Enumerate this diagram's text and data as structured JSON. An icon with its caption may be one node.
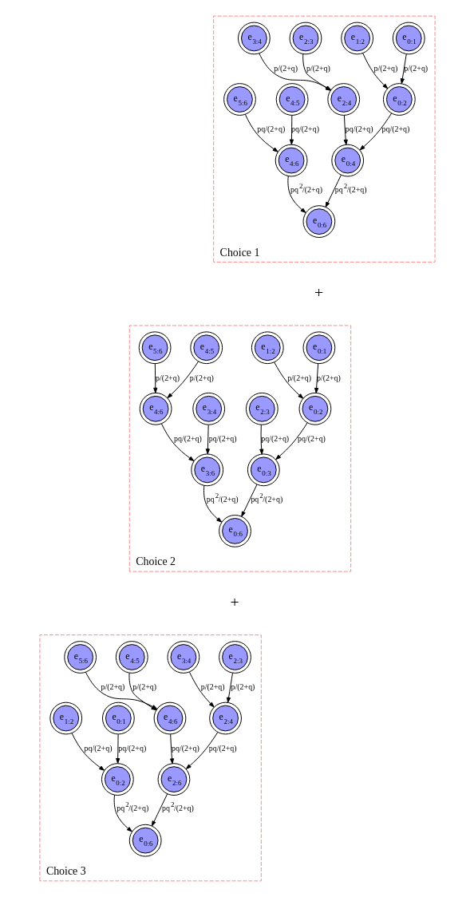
{
  "diagram": {
    "nodes": [
      {
        "text": [
          "Choice 1"
        ]
      },
      {
        "text": [
          "e$_{0:1}$"
        ],
        "in": 0
      },
      {
        "text": [
          "e$_{1:2}$"
        ],
        "in": 0
      },
      {
        "text": [
          "e$_{2:3}$"
        ],
        "in": 0
      },
      {
        "text": [
          "e$_{3:4}$"
        ],
        "in": 0
      },
      {
        "text": [
          "e$_{0:2}$"
        ],
        "in": 0
      },
      {
        "text": [
          "e$_{2:4}$"
        ],
        "in": 0
      },
      {
        "text": [
          "e$_{4:5}$"
        ],
        "in": 0
      },
      {
        "text": [
          "e$_{5:6}$"
        ],
        "in": 0
      },
      {
        "text": [
          "e$_{0:4}$"
        ],
        "in": 0
      },
      {
        "text": [
          "e$_{4:6}$"
        ],
        "in": 0
      },
      {
        "text": [
          "e$_{0:6}$"
        ],
        "in": 0
      },
      {
        "text": [
          "Choice 2"
        ]
      },
      {
        "text": [
          "e$_{0:1}$"
        ],
        "in": 12
      },
      {
        "text": [
          "e$_{1:2}$"
        ],
        "in": 12
      },
      {
        "text": [
          "e$_{4:5}$"
        ],
        "in": 12
      },
      {
        "text": [
          "e$_{5:6}$"
        ],
        "in": 12
      },
      {
        "text": [
          "e$_{0:2}$"
        ],
        "in": 12
      },
      {
        "text": [
          "e$_{2:3}$"
        ],
        "in": 12
      },
      {
        "text": [
          "e$_{3:4}$"
        ],
        "in": 12
      },
      {
        "text": [
          "e$_{4:6}$"
        ],
        "in": 12
      },
      {
        "text": [
          "e$_{0:3}$"
        ],
        "in": 12
      },
      {
        "text": [
          "e$_{3:6}$"
        ],
        "in": 12
      },
      {
        "text": [
          "e$_{0:6}$"
        ],
        "in": 12
      },
      {
        "text": [
          "Choice 3"
        ]
      },
      {
        "text": [
          "e$_{2:3}$"
        ],
        "in": 24
      },
      {
        "text": [
          "e$_{3:4}$"
        ],
        "in": 24
      },
      {
        "text": [
          "e$_{4:5}$"
        ],
        "in": 24
      },
      {
        "text": [
          "e$_{5:6}$"
        ],
        "in": 24
      },
      {
        "text": [
          "e$_{0:1}$"
        ],
        "in": 24
      },
      {
        "text": [
          "e$_{1:2}$"
        ],
        "in": 24
      },
      {
        "text": [
          "e$_{2:4}$"
        ],
        "in": 24
      },
      {
        "text": [
          "e$_{4:6}$"
        ],
        "in": 24
      },
      {
        "text": [
          "e$_{0:2}$"
        ],
        "in": 24
      },
      {
        "text": [
          "e$_{2:6}$"
        ],
        "in": 24
      },
      {
        "text": [
          "e$_{0:6}$"
        ],
        "in": 24
      }
    ],
    "edges": [
      {
        "from": 1,
        "to": 5,
        "arrow": "to",
        "label": "p/(2+q)"
      },
      {
        "from": 2,
        "to": 5,
        "arrow": "to",
        "label": "p/(2+q)"
      },
      {
        "from": 3,
        "to": 6,
        "arrow": "to",
        "label": "p/(2+q)"
      },
      {
        "from": 4,
        "to": 6,
        "arrow": "to",
        "label": "p/(2+q)"
      },
      {
        "from": 5,
        "to": 9,
        "arrow": "to",
        "label": "pq/(2+q)"
      },
      {
        "from": 6,
        "to": 9,
        "arrow": "to",
        "label": "pq/(2+q)"
      },
      {
        "from": 7,
        "to": 10,
        "arrow": "to",
        "label": "pq/(2+q)"
      },
      {
        "from": 8,
        "to": 10,
        "arrow": "to",
        "label": "pq/(2+q)"
      },
      {
        "from": 9,
        "to": 11,
        "arrow": "to",
        "label": "pq$^{2}$/(2+q)"
      },
      {
        "from": 10,
        "to": 11,
        "arrow": "to",
        "label": "pq$^{2}$/(2+q)"
      },
      {
        "from": 13,
        "to": 17,
        "arrow": "to",
        "label": "p/(2+q)"
      },
      {
        "from": 14,
        "to": 17,
        "arrow": "to",
        "label": "p/(2+q)"
      },
      {
        "from": 15,
        "to": 20,
        "arrow": "to",
        "label": "p/(2+q)"
      },
      {
        "from": 16,
        "to": 20,
        "arrow": "to",
        "label": "p/(2+q)"
      },
      {
        "from": 17,
        "to": 21,
        "arrow": "to",
        "label": "pq/(2+q)"
      },
      {
        "from": 18,
        "to": 21,
        "arrow": "to",
        "label": "pq/(2+q)"
      },
      {
        "from": 19,
        "to": 22,
        "arrow": "to",
        "label": "pq/(2+q)"
      },
      {
        "from": 20,
        "to": 22,
        "arrow": "to",
        "label": "pq/(2+q)"
      },
      {
        "from": 21,
        "to": 23,
        "arrow": "to",
        "label": "pq$^{2}$/(2+q)"
      },
      {
        "from": 22,
        "to": 23,
        "arrow": "to",
        "label": "pq$^{2}$/(2+q)"
      },
      {
        "from": 25,
        "to": 31,
        "arrow": "to",
        "label": "p/(2+q)"
      },
      {
        "from": 26,
        "to": 31,
        "arrow": "to",
        "label": "p/(2+q)"
      },
      {
        "from": 27,
        "to": 32,
        "arrow": "to",
        "label": "p/(2+q)"
      },
      {
        "from": 28,
        "to": 32,
        "arrow": "to",
        "label": "p/(2+q)"
      },
      {
        "from": 29,
        "to": 33,
        "arrow": "to",
        "label": "pq/(2+q)"
      },
      {
        "from": 30,
        "to": 33,
        "arrow": "to",
        "label": "pq/(2+q)"
      },
      {
        "from": 31,
        "to": 34,
        "arrow": "to",
        "label": "pq/(2+q)"
      },
      {
        "from": 32,
        "to": 34,
        "arrow": "to",
        "label": "pq/(2+q)"
      },
      {
        "from": 33,
        "to": 35,
        "arrow": "to",
        "label": "pq$^{2}$/(2+q)"
      },
      {
        "from": 34,
        "to": 35,
        "arrow": "to",
        "label": "pq$^{2}$/(2+q)"
      }
    ],
    "labels": [
      "+",
      "+"
    ]
  }
}
